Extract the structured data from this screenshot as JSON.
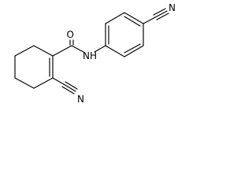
{
  "molecule": {
    "atoms": {
      "o_label": "O",
      "n_amide_label": "N",
      "n_amide_h": "H",
      "n_nitrile_top_label": "N",
      "n_nitrile_bottom_label": "N"
    }
  }
}
